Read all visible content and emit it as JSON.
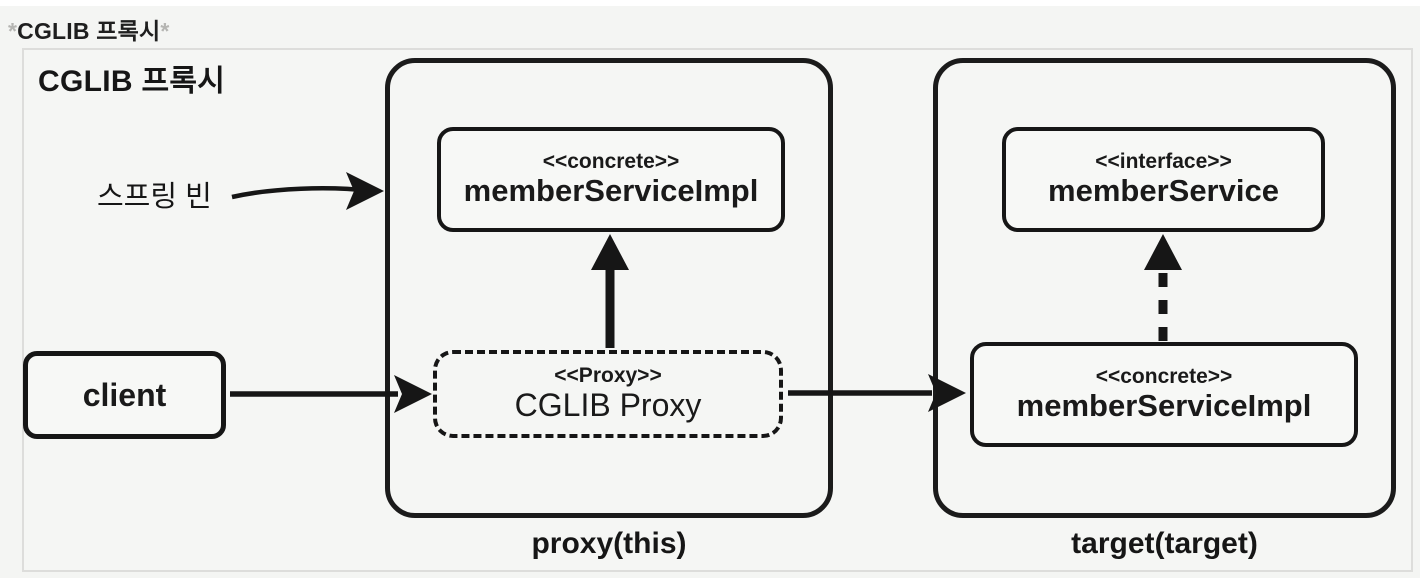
{
  "page": {
    "heading_prefix": "*",
    "heading_text": "CGLIB 프록시",
    "heading_suffix": "*"
  },
  "diagram": {
    "title": "CGLIB 프록시",
    "spring_bean_label": "스프링 빈",
    "client": {
      "label": "client"
    },
    "proxy_group": {
      "caption": "proxy(this)",
      "concrete_box": {
        "stereotype": "<<concrete>>",
        "name": "memberServiceImpl"
      },
      "proxy_box": {
        "stereotype": "<<Proxy>>",
        "name": "CGLIB Proxy"
      }
    },
    "target_group": {
      "caption": "target(target)",
      "interface_box": {
        "stereotype": "<<interface>>",
        "name": "memberService"
      },
      "concrete_box": {
        "stereotype": "<<concrete>>",
        "name": "memberServiceImpl"
      }
    },
    "colors": {
      "line": "#161616",
      "background": "#f4f5f3",
      "frame_border": "#dddddb",
      "asterisk": "#b5b5b2"
    }
  }
}
